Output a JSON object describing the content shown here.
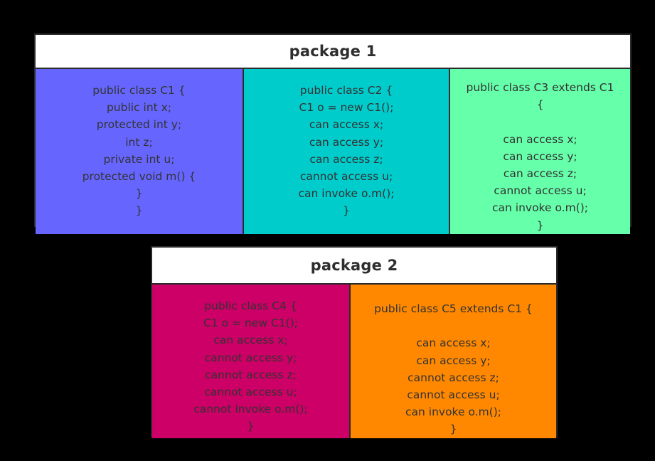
{
  "packages": [
    {
      "title": "package  1",
      "classes": [
        {
          "name": "C1",
          "color": "#6666FF",
          "lines": [
            "public class C1 {",
            "public int x;",
            "protected int y;",
            "int z;",
            "private int u;",
            "protected void m() {",
            "}",
            "}"
          ]
        },
        {
          "name": "C2",
          "color": "#00CCCC",
          "lines": [
            "public class C2 {",
            "C1 o = new C1();",
            "can access x;",
            "can access y;",
            "can access z;",
            "cannot access u;",
            "can invoke o.m();",
            "}"
          ]
        },
        {
          "name": "C3",
          "color": "#66FFAA",
          "lines": [
            "public class C3 extends C1",
            "{",
            "",
            "can access x;",
            "can access y;",
            "can access z;",
            "cannot access u;",
            "can invoke o.m();",
            "}"
          ]
        }
      ]
    },
    {
      "title": "package  2",
      "classes": [
        {
          "name": "C4",
          "color": "#CC0066",
          "lines": [
            "public class C4 {",
            "C1 o = new C1();",
            "can access x;",
            "cannot access y;",
            "cannot access z;",
            "cannot access u;",
            "cannot invoke o.m();",
            "}"
          ]
        },
        {
          "name": "C5",
          "color": "#FF8800",
          "lines": [
            "public class C5 extends C1 {",
            "",
            "can access x;",
            "can access y;",
            "cannot access z;",
            "cannot access u;",
            "can invoke o.m();",
            "}"
          ]
        }
      ]
    }
  ],
  "colors": {
    "background": "#000000",
    "header_background": "#ffffff",
    "header_text": "#2e2e2e",
    "border": "#2b2b2b",
    "code_text": "#333333"
  }
}
